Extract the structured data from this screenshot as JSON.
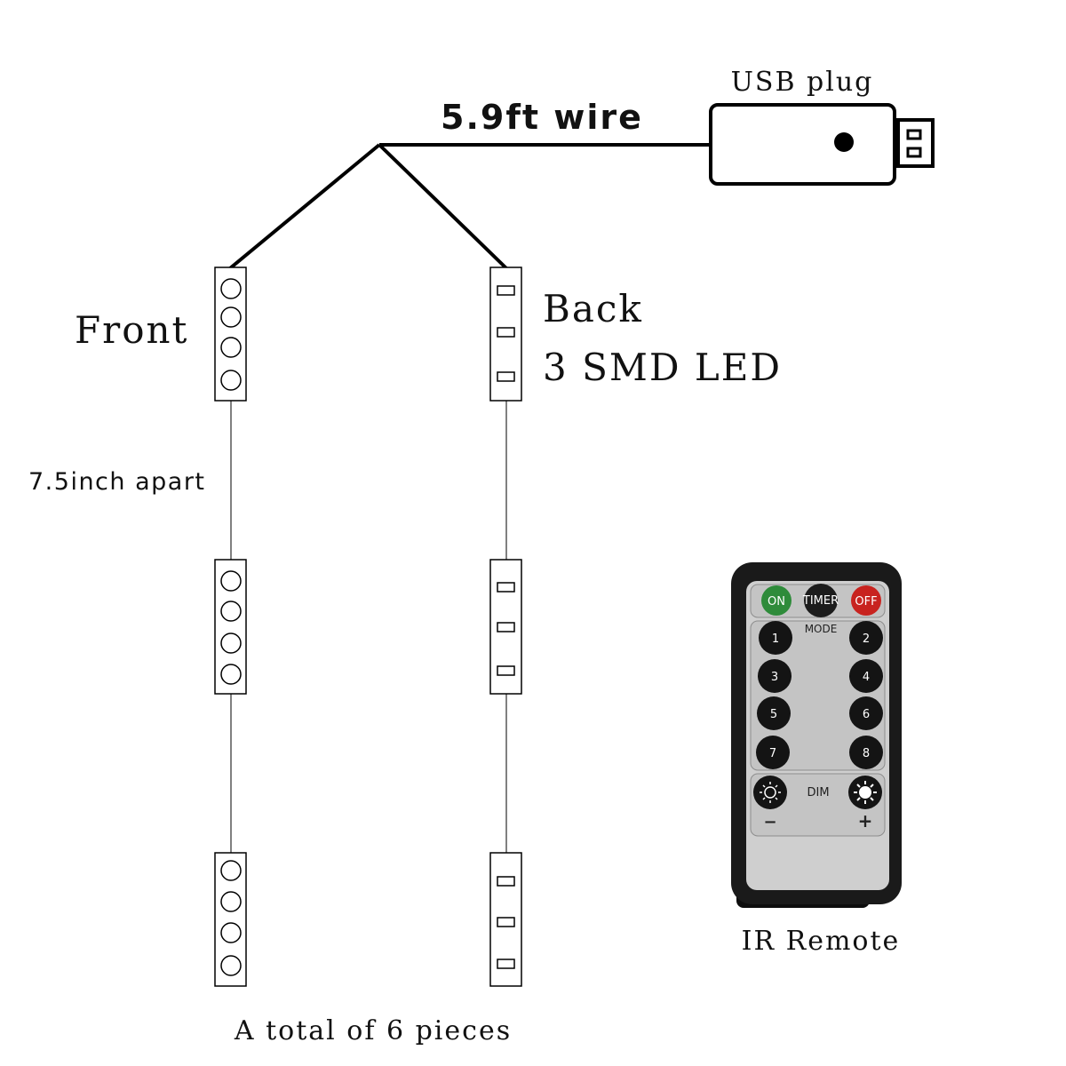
{
  "labels": {
    "usb_plug": "USB plug",
    "wire": "5.9ft wire",
    "front": "Front",
    "back": "Back",
    "smd_led": "3 SMD LED",
    "spacing": "7.5inch apart",
    "total": "A total of 6 pieces",
    "ir_remote": "IR Remote"
  },
  "remote": {
    "on": "ON",
    "timer": "TIMER",
    "off": "OFF",
    "mode": "MODE",
    "dim": "DIM",
    "minus": "−",
    "plus": "+",
    "numbers": [
      "1",
      "2",
      "3",
      "4",
      "5",
      "6",
      "7",
      "8"
    ]
  },
  "colors": {
    "on_button": "#2e8b3a",
    "timer_button": "#1c1c1c",
    "off_button": "#c8231f",
    "remote_body": "#1a1a1a",
    "remote_panel": "#c9c9c9"
  }
}
